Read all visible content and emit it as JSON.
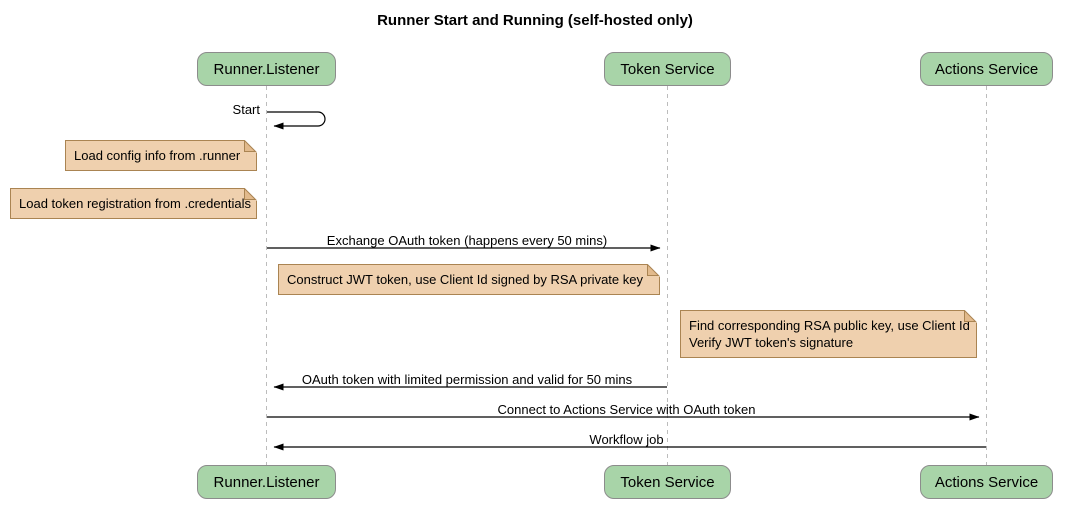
{
  "title": "Runner Start and Running (self-hosted only)",
  "diagram_type": "sequence",
  "colors": {
    "background": "#ffffff",
    "actor_fill": "#a8d4a8",
    "actor_border": "#8c8c8c",
    "note_fill": "#efd0ae",
    "note_border": "#aa8452",
    "lifeline": "#bcbcbc",
    "arrow": "#000000"
  },
  "participants": [
    {
      "label": "Runner.Listener"
    },
    {
      "label": "Token Service"
    },
    {
      "label": "Actions Service"
    }
  ],
  "messages": [
    {
      "from": "Runner.Listener",
      "to": "Runner.Listener",
      "type": "self",
      "label": "Start"
    },
    {
      "from": "Runner.Listener",
      "to": "Token Service",
      "type": "solid-arrow",
      "label": "Exchange OAuth token (happens every 50 mins)"
    },
    {
      "from": "Token Service",
      "to": "Runner.Listener",
      "type": "solid-arrow",
      "label": "OAuth token with limited permission and valid for 50 mins"
    },
    {
      "from": "Runner.Listener",
      "to": "Actions Service",
      "type": "solid-arrow",
      "label": "Connect to Actions Service with OAuth token"
    },
    {
      "from": "Actions Service",
      "to": "Runner.Listener",
      "type": "solid-arrow",
      "label": "Workflow job"
    }
  ],
  "notes": [
    {
      "position": "left of Runner.Listener",
      "text": "Load config info from .runner"
    },
    {
      "position": "left of Runner.Listener",
      "text": "Load token registration from .credentials"
    },
    {
      "position": "right of Runner.Listener",
      "text": "Construct JWT token, use Client Id signed by RSA private key"
    },
    {
      "position": "right of Token Service",
      "lines": [
        "Find corresponding RSA public key, use Client Id",
        "Verify JWT token's signature"
      ]
    }
  ]
}
